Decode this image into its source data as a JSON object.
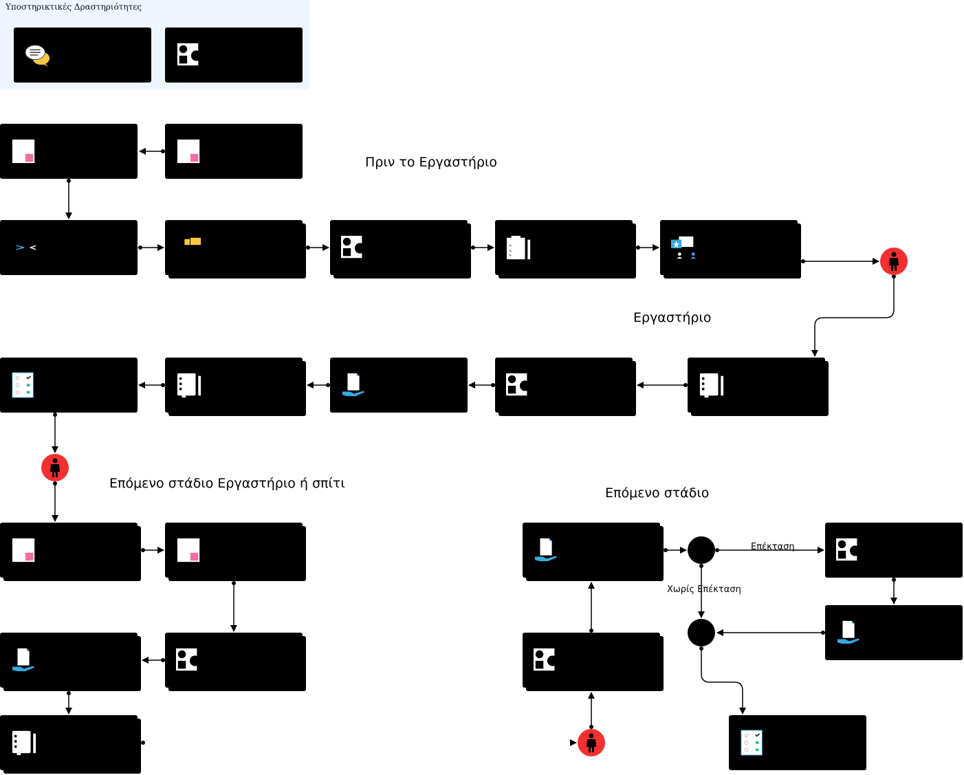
{
  "support": {
    "title": "Υποστηρικτικές Δραστηριότητες"
  },
  "sections": {
    "before_workshop": "Πριν το Εργαστήριο",
    "workshop": "Εργαστήριο",
    "next_stage_workshop_or_home": "Επόμενο στάδιο Εργαστήριο ή σπίτι",
    "next_stage": "Επόμενο στάδιο"
  },
  "gateway_labels": {
    "extension": "Επέκταση",
    "no_extension": "Χωρίς Επέκταση"
  },
  "colors": {
    "card": "#000000",
    "support_background": "#eef5ff",
    "start_event": "#f23030",
    "accent_pink": "#f06fa0",
    "accent_yellow": "#f7c744",
    "accent_blue": "#3aa8e0",
    "accent_green": "#27c49a"
  },
  "icons": {
    "chat": "speech-bubbles-icon",
    "shapes": "shapes-icon",
    "note": "note-pink-icon",
    "compare": "compare-arrows-icon",
    "ticket": "ticket-icon",
    "checklist_pencil": "checklist-pencil-icon",
    "presentation": "presentation-icon",
    "notebook": "notebook-icon",
    "hand_document": "hand-document-icon",
    "checklist": "checklist-icon",
    "person": "person-icon"
  }
}
